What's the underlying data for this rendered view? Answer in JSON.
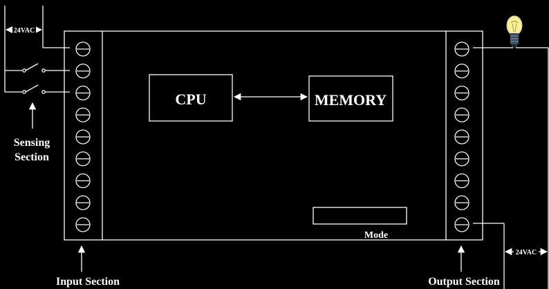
{
  "diagram": {
    "blocks": {
      "cpu": "CPU",
      "memory": "MEMORY"
    },
    "labels": {
      "mode": "Mode",
      "input_section": "Input Section",
      "output_section": "Output Section",
      "sensing_section_line1": "Sensing",
      "sensing_section_line2": "Section"
    },
    "supply": {
      "input_voltage": "24VAC",
      "output_voltage": "24VAC"
    },
    "terminals": {
      "input_count": 9,
      "output_count": 9
    },
    "icons": {
      "lamp": "light-bulb-icon",
      "switch": "switch-icon",
      "terminal": "screw-terminal-icon"
    }
  }
}
